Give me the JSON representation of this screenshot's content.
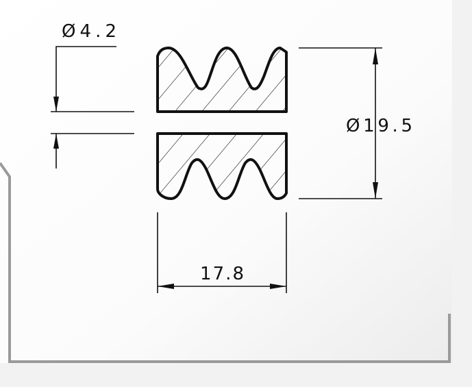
{
  "drawing": {
    "bore_diameter": "Ø4.2",
    "outer_diameter": "Ø19.5",
    "overall_length": "17.8"
  },
  "colors": {
    "background": "#f2f2f2",
    "sheet": "#ffffff",
    "line": "#111111",
    "frame": "#9a9a9a"
  }
}
